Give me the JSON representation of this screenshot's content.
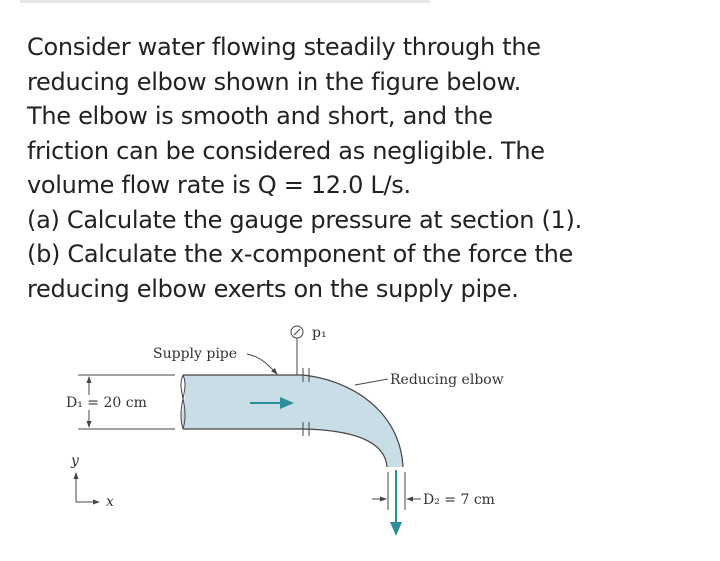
{
  "question": {
    "lines": [
      "Consider water flowing steadily through the",
      "reducing elbow shown in the figure below.",
      "The elbow is smooth and short, and the",
      "friction can be considered as negligible. The",
      "volume flow rate is Q = 12.0 L/s.",
      "(a) Calculate the gauge pressure at section (1).",
      "(b) Calculate the x-component of the force the",
      "reducing elbow exerts on the supply pipe."
    ]
  },
  "figure": {
    "supply_pipe_label": "Supply pipe",
    "reducing_elbow_label": "Reducing elbow",
    "pressure_label": "p₁",
    "d1_label": "D₁ = 20 cm",
    "d2_label": "D₂ = 7 cm",
    "axis_x": "x",
    "axis_y": "y",
    "colors": {
      "fluid": "#c9dde6",
      "arrow": "#2a8f9a",
      "line": "#444444"
    }
  }
}
